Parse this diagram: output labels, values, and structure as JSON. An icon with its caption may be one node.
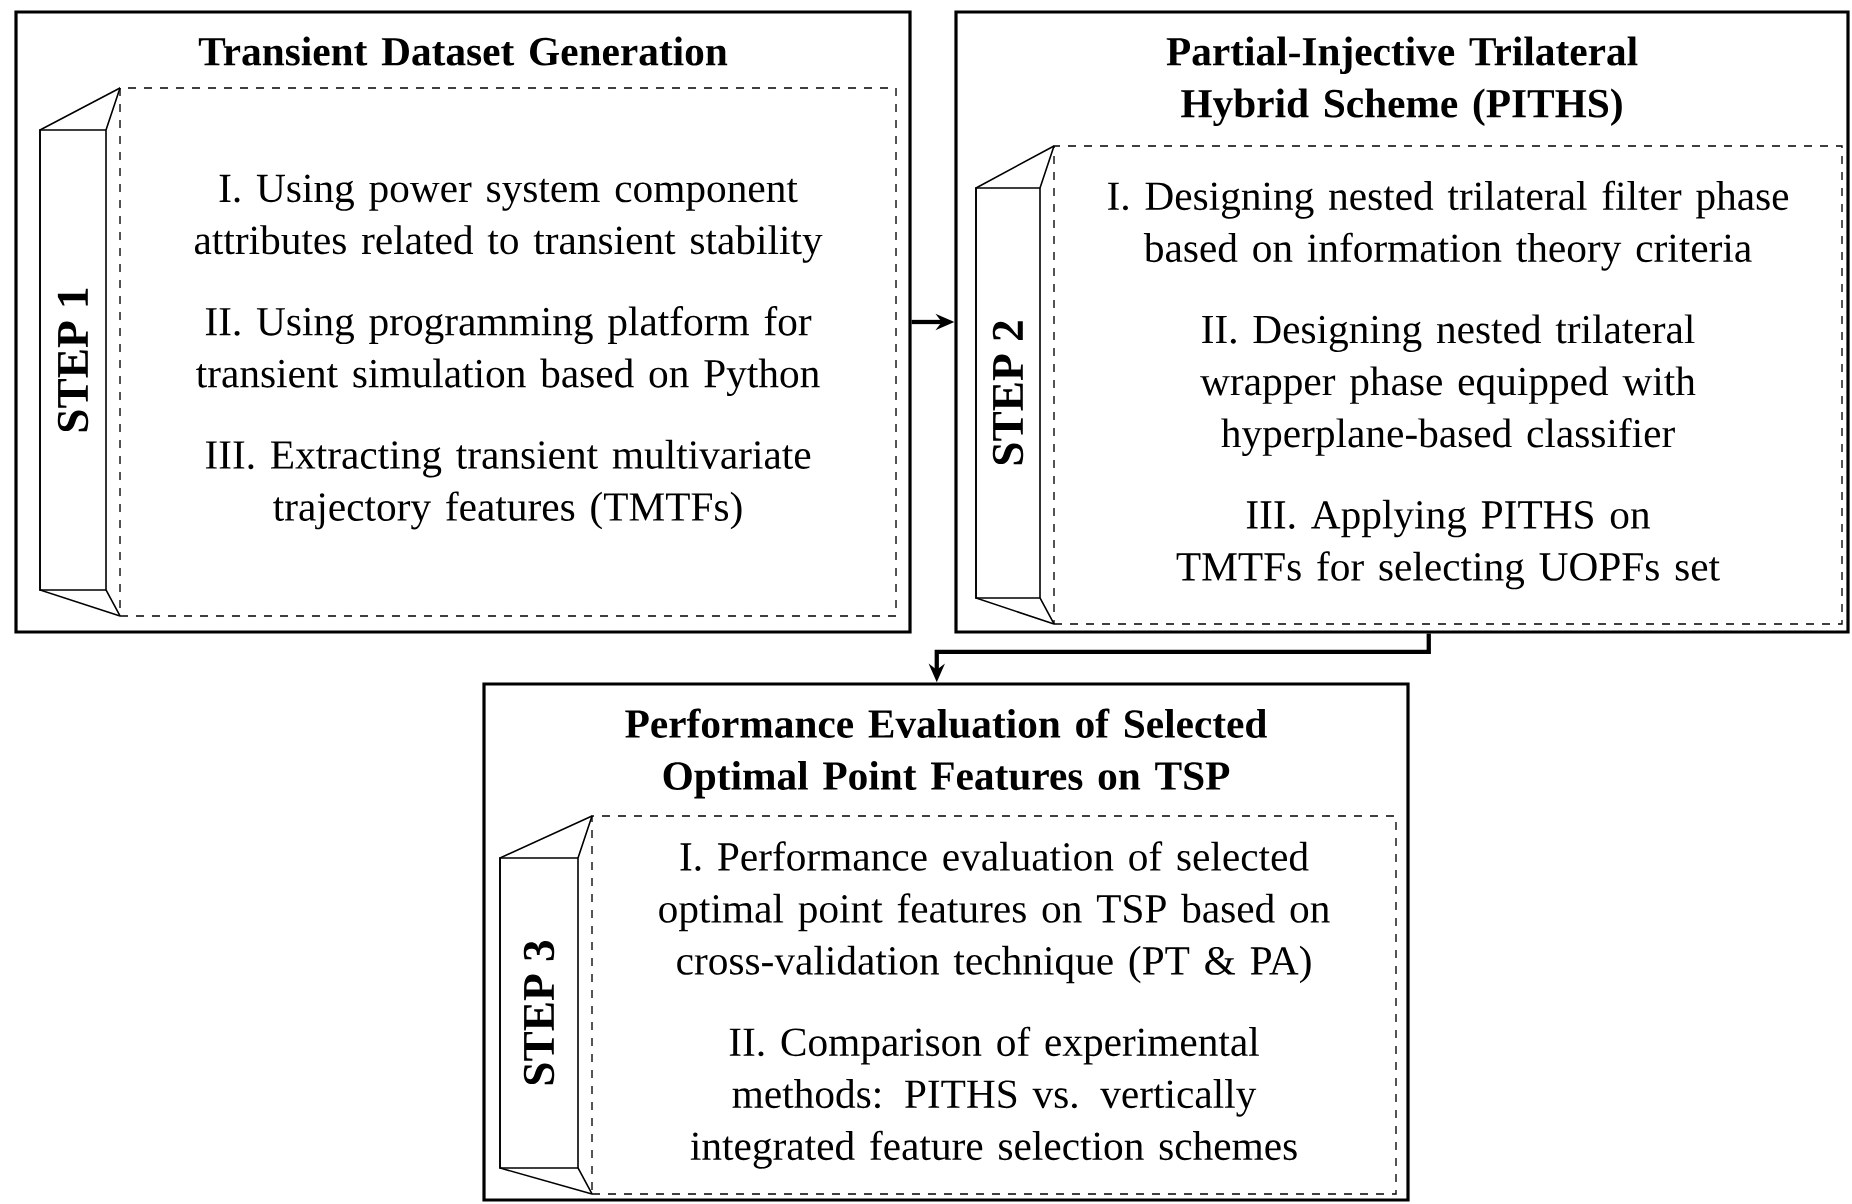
{
  "diagram": {
    "nodes": [
      {
        "text": [
          "Transient Dataset Generation"
        ]
      },
      {
        "text": [
          "STEP 1"
        ],
        "in": 0
      },
      {
        "text": [
          "I. Using power system component attributes related to transient stability",
          "II. Using programming platform for transient simulation based on Python",
          "III. Extracting transient multivariate trajectory features (TMTFs)"
        ],
        "in": 0
      },
      {
        "text": [
          "Partial-Injective Trilateral Hybrid Scheme (PITHS)"
        ]
      },
      {
        "text": [
          "STEP 2"
        ],
        "in": 3
      },
      {
        "text": [
          "I. Designing nested trilateral filter phase based on information theory criteria",
          "II. Designing nested trilateral wrapper phase equipped with hyperplane-based classifier",
          "III. Applying PITHS on TMTFs for selecting UOPFs set"
        ],
        "in": 3
      },
      {
        "text": [
          "Performance Evaluation of Selected Optimal Point Features on TSP"
        ]
      },
      {
        "text": [
          "STEP 3"
        ],
        "in": 6
      },
      {
        "text": [
          "I. Performance evaluation of selected optimal point features on TSP based on cross-validation technique (PT & PA)",
          "II. Comparison of experimental methods: PITHS vs. vertically integrated feature selection schemes"
        ],
        "in": 6
      }
    ],
    "edges": [
      {
        "from": 0,
        "to": 3,
        "arrow": "to"
      },
      {
        "from": 3,
        "to": 6,
        "arrow": "to"
      }
    ]
  }
}
